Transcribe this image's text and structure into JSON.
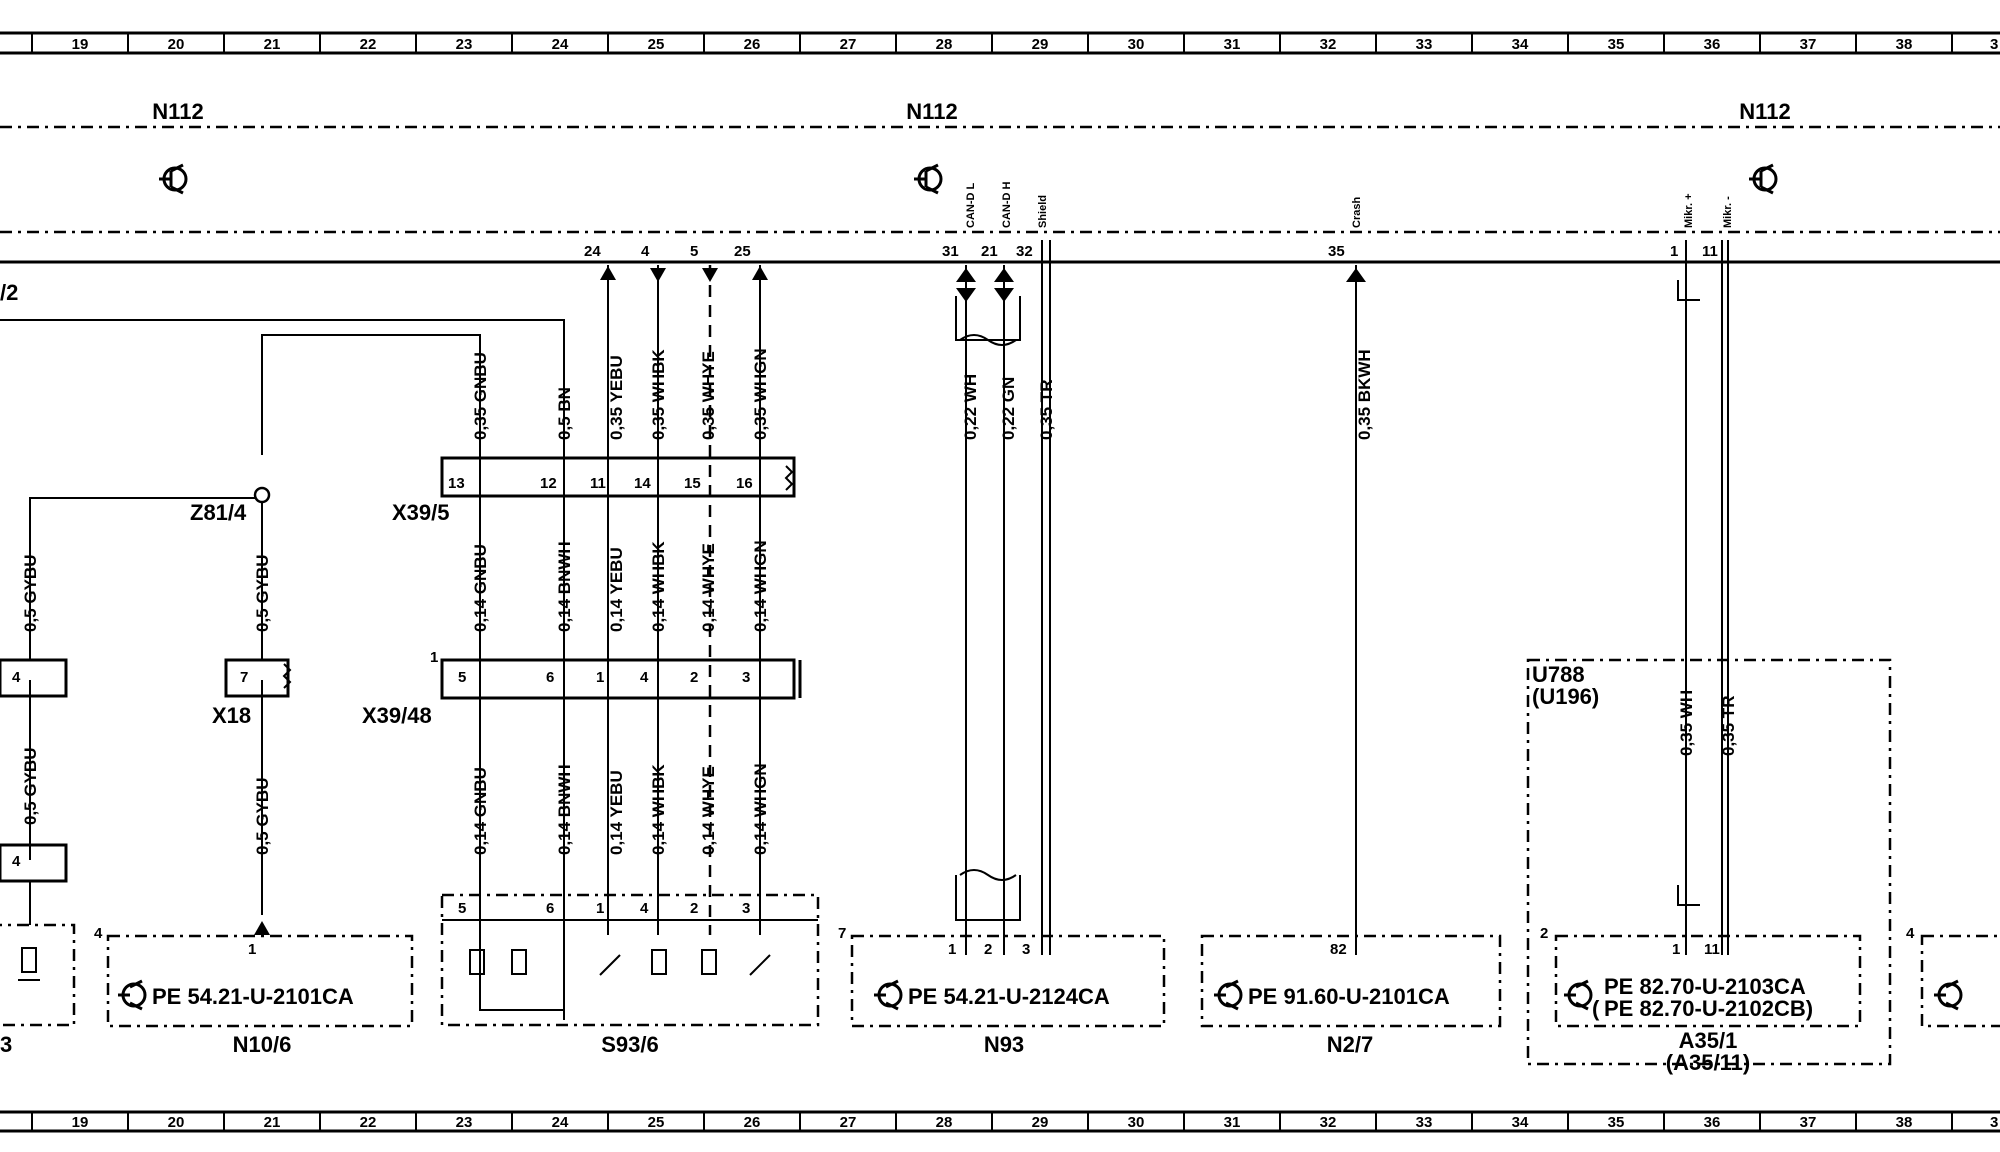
{
  "ruler": {
    "numbers": [
      "19",
      "20",
      "21",
      "22",
      "23",
      "24",
      "25",
      "26",
      "27",
      "28",
      "29",
      "30",
      "31",
      "32",
      "33",
      "34",
      "35",
      "36",
      "37",
      "38"
    ],
    "partial_right": "3"
  },
  "modules": [
    {
      "label": "N112"
    },
    {
      "label": "N112"
    },
    {
      "label": "N112"
    }
  ],
  "left_edge_label": "/2",
  "connectors": {
    "z81": "Z81/4",
    "x39_5": "X39/5",
    "x18": "X18",
    "x39_48": "X39/48"
  },
  "top_pins": {
    "p24": "24",
    "p4": "4",
    "p5": "5",
    "p25": "25",
    "p31": "31",
    "p21": "21",
    "p32": "32",
    "p35": "35",
    "p1": "1",
    "p11": "11"
  },
  "signals": {
    "can_l": "CAN-D L",
    "can_h": "CAN-D H",
    "shield": "Shield",
    "crash": "Crash",
    "mikr_plus": "Mikr. +",
    "mikr_minus": "Mikr. -"
  },
  "wires_upper": {
    "gnbu": "0,35 GNBU",
    "bn": "0,5 BN",
    "yebu": "0,35 YEBU",
    "whbk": "0,35 WHBK",
    "whye": "0,35 WHYE",
    "whgn": "0,35 WHGN",
    "wh": "0,22 WH",
    "gn": "0,22 GN",
    "tr": "0,35 TR",
    "bkwh": "0,35 BKWH"
  },
  "x39_5_pins": [
    "13",
    "12",
    "11",
    "14",
    "15",
    "16"
  ],
  "wires_middle": {
    "gybu_left": "0,5 GYBU",
    "gybu_z": "0,5 GYBU",
    "gnbu": "0,14 GNBU",
    "bnwh": "0,14 BNWH",
    "yebu": "0,14 YEBU",
    "whbk": "0,14 WHBK",
    "whye": "0,14 WHYE",
    "whgn": "0,14 WHGN"
  },
  "x39_48_pins": [
    "5",
    "6",
    "1",
    "4",
    "2",
    "3"
  ],
  "x39_48_prefix": "1",
  "x18_pin": "7",
  "left_pin4a": "4",
  "left_pin4b": "4",
  "wires_lower": {
    "gybu_left": "0,5 GYBU",
    "gybu_x18": "0,5 GYBU",
    "gnbu": "0,14 GNBU",
    "bnwh": "0,14 BNWH",
    "yebu": "0,14 YEBU",
    "whbk": "0,14 WHBK",
    "whye": "0,14 WHYE",
    "whgn": "0,14 WHGN",
    "u788_wh": "0,35 WH",
    "u788_tr": "0,35 TR"
  },
  "u788": {
    "line1": "U788",
    "line2": "(U196)"
  },
  "bottom_components": {
    "left_partial": "3",
    "n10_6": {
      "name": "N10/6",
      "ref": "PE  54.21-U-2101CA",
      "box_no": "4",
      "pin": "1"
    },
    "s93_6": {
      "name": "S93/6",
      "pins": [
        "5",
        "6",
        "1",
        "4",
        "2",
        "3"
      ]
    },
    "n93": {
      "name": "N93",
      "ref": "PE  54.21-U-2124CA",
      "box_no": "7",
      "pins": [
        "1",
        "2",
        "3"
      ]
    },
    "n2_7": {
      "name": "N2/7",
      "ref": "PE  91.60-U-2101CA",
      "pin": "82"
    },
    "a35_1": {
      "name": "A35/1",
      "name2": "(A35/11)",
      "ref1": "PE  82.70-U-2103CA",
      "ref2": "PE  82.70-U-2102CB)",
      "box_no": "2",
      "pins": [
        "1",
        "11"
      ],
      "paren": "("
    },
    "right_partial": {
      "box_no": "4"
    }
  }
}
